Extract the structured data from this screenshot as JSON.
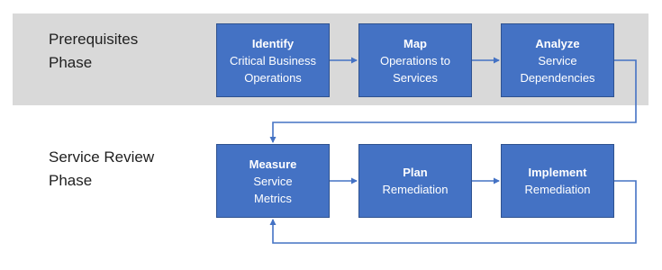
{
  "phases": [
    {
      "label": "Prerequisites\nPhase"
    },
    {
      "label": "Service  Review\nPhase"
    }
  ],
  "steps": [
    {
      "title": "Identify",
      "desc": "Critical Business\nOperations"
    },
    {
      "title": "Map",
      "desc": "Operations to\nServices"
    },
    {
      "title": "Analyze",
      "desc": "Service\nDependencies"
    },
    {
      "title": "Measure",
      "desc": "Service\nMetrics"
    },
    {
      "title": "Plan",
      "desc": "Remediation"
    },
    {
      "title": "Implement",
      "desc": "Remediation"
    }
  ],
  "colors": {
    "box": "#4472c4",
    "band": "#d9d9d9",
    "arrow": "#4472c4"
  }
}
